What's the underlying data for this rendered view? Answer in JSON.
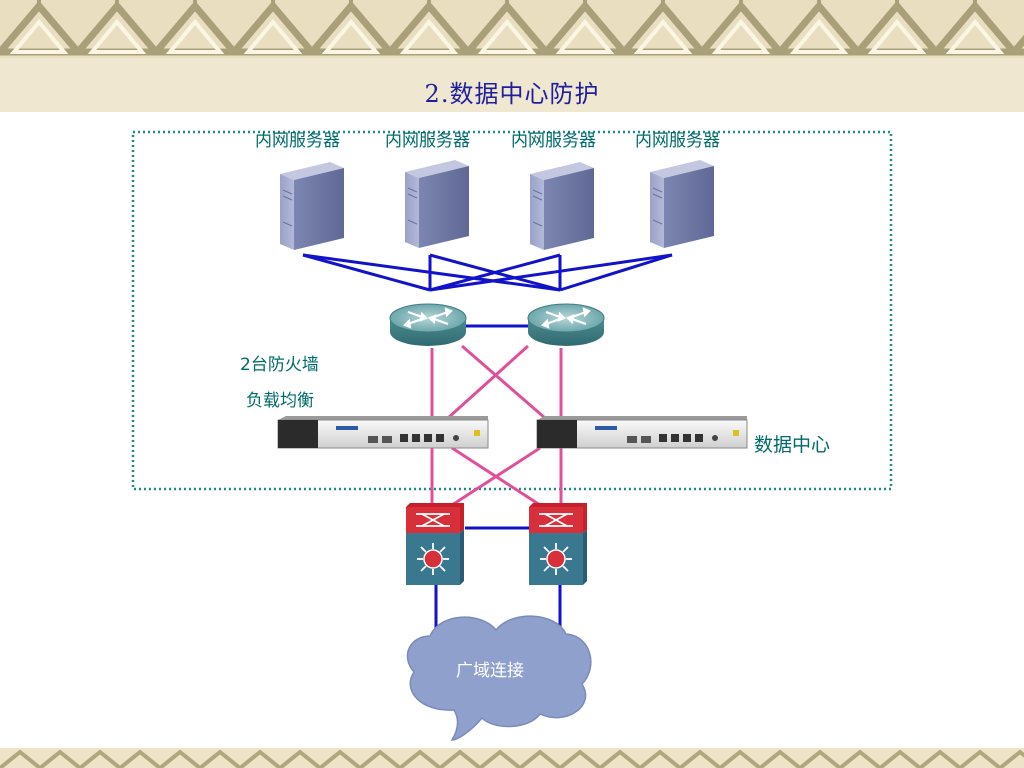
{
  "slide": {
    "title": "2.数据中心防护"
  },
  "diagram": {
    "servers": [
      {
        "label": "内网服务器"
      },
      {
        "label": "内网服务器"
      },
      {
        "label": "内网服务器"
      },
      {
        "label": "内网服务器"
      }
    ],
    "firewall_label_line1": "2台防火墙",
    "firewall_label_line2": "负载均衡",
    "datacenter_label": "数据中心",
    "cloud_label": "广域连接",
    "colors": {
      "server_links": "#1212c8",
      "firewall_links": "#e0509a",
      "wan_links": "#1212c8",
      "boundary": "#1a8a8a",
      "label_text": "#006b6b",
      "title_text": "#1f1f9e",
      "cloud_fill": "#8fa0cc"
    }
  }
}
